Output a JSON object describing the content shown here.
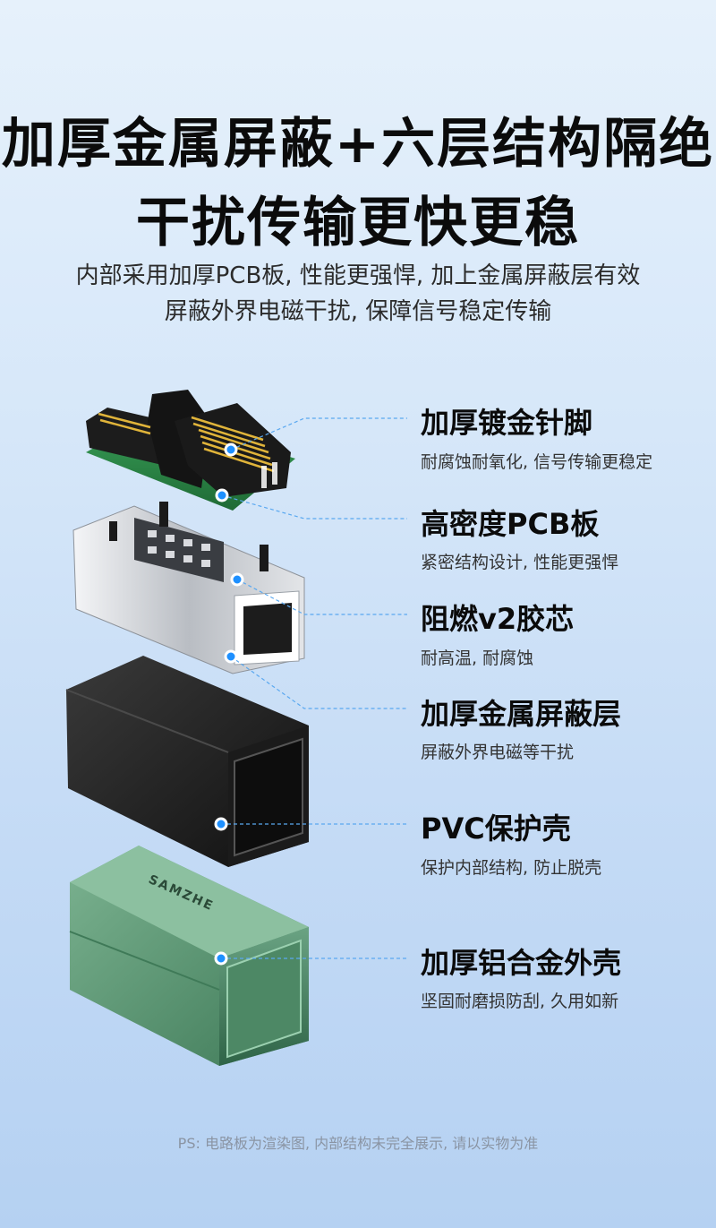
{
  "headline": {
    "line1": "加厚金属屏蔽+六层结构隔绝",
    "line2": "干扰传输更快更稳"
  },
  "subtitle": {
    "line1": "内部采用加厚PCB板, 性能更强悍, 加上金属屏蔽层有效",
    "line2": "屏蔽外界电磁干扰, 保障信号稳定传输"
  },
  "layers": [
    {
      "title": "加厚镀金针脚",
      "desc": "耐腐蚀耐氧化, 信号传输更稳定"
    },
    {
      "title": "高密度PCB板",
      "desc": "紧密结构设计, 性能更强悍"
    },
    {
      "title": "阻燃v2胶芯",
      "desc": "耐高温, 耐腐蚀"
    },
    {
      "title": "加厚金属屏蔽层",
      "desc": "屏蔽外界电磁等干扰"
    },
    {
      "title": "PVC保护壳",
      "desc": "保护内部结构, 防止脱壳"
    },
    {
      "title": "加厚铝合金外壳",
      "desc": "坚固耐磨损防刮, 久用如新"
    }
  ],
  "brand_engraving": "SAMZHE",
  "footnote": "PS: 电路板为渲染图, 内部结构未完全展示, 请以实物为准",
  "colors": {
    "accent_dot": "#1e90ff",
    "pcb_green": "#2f8a4a",
    "gold_pins": "#e0b43a",
    "shell_green": "#5f9b77",
    "pvc_black": "#2a2a2a",
    "metal_silver": "#c9ccd1"
  }
}
